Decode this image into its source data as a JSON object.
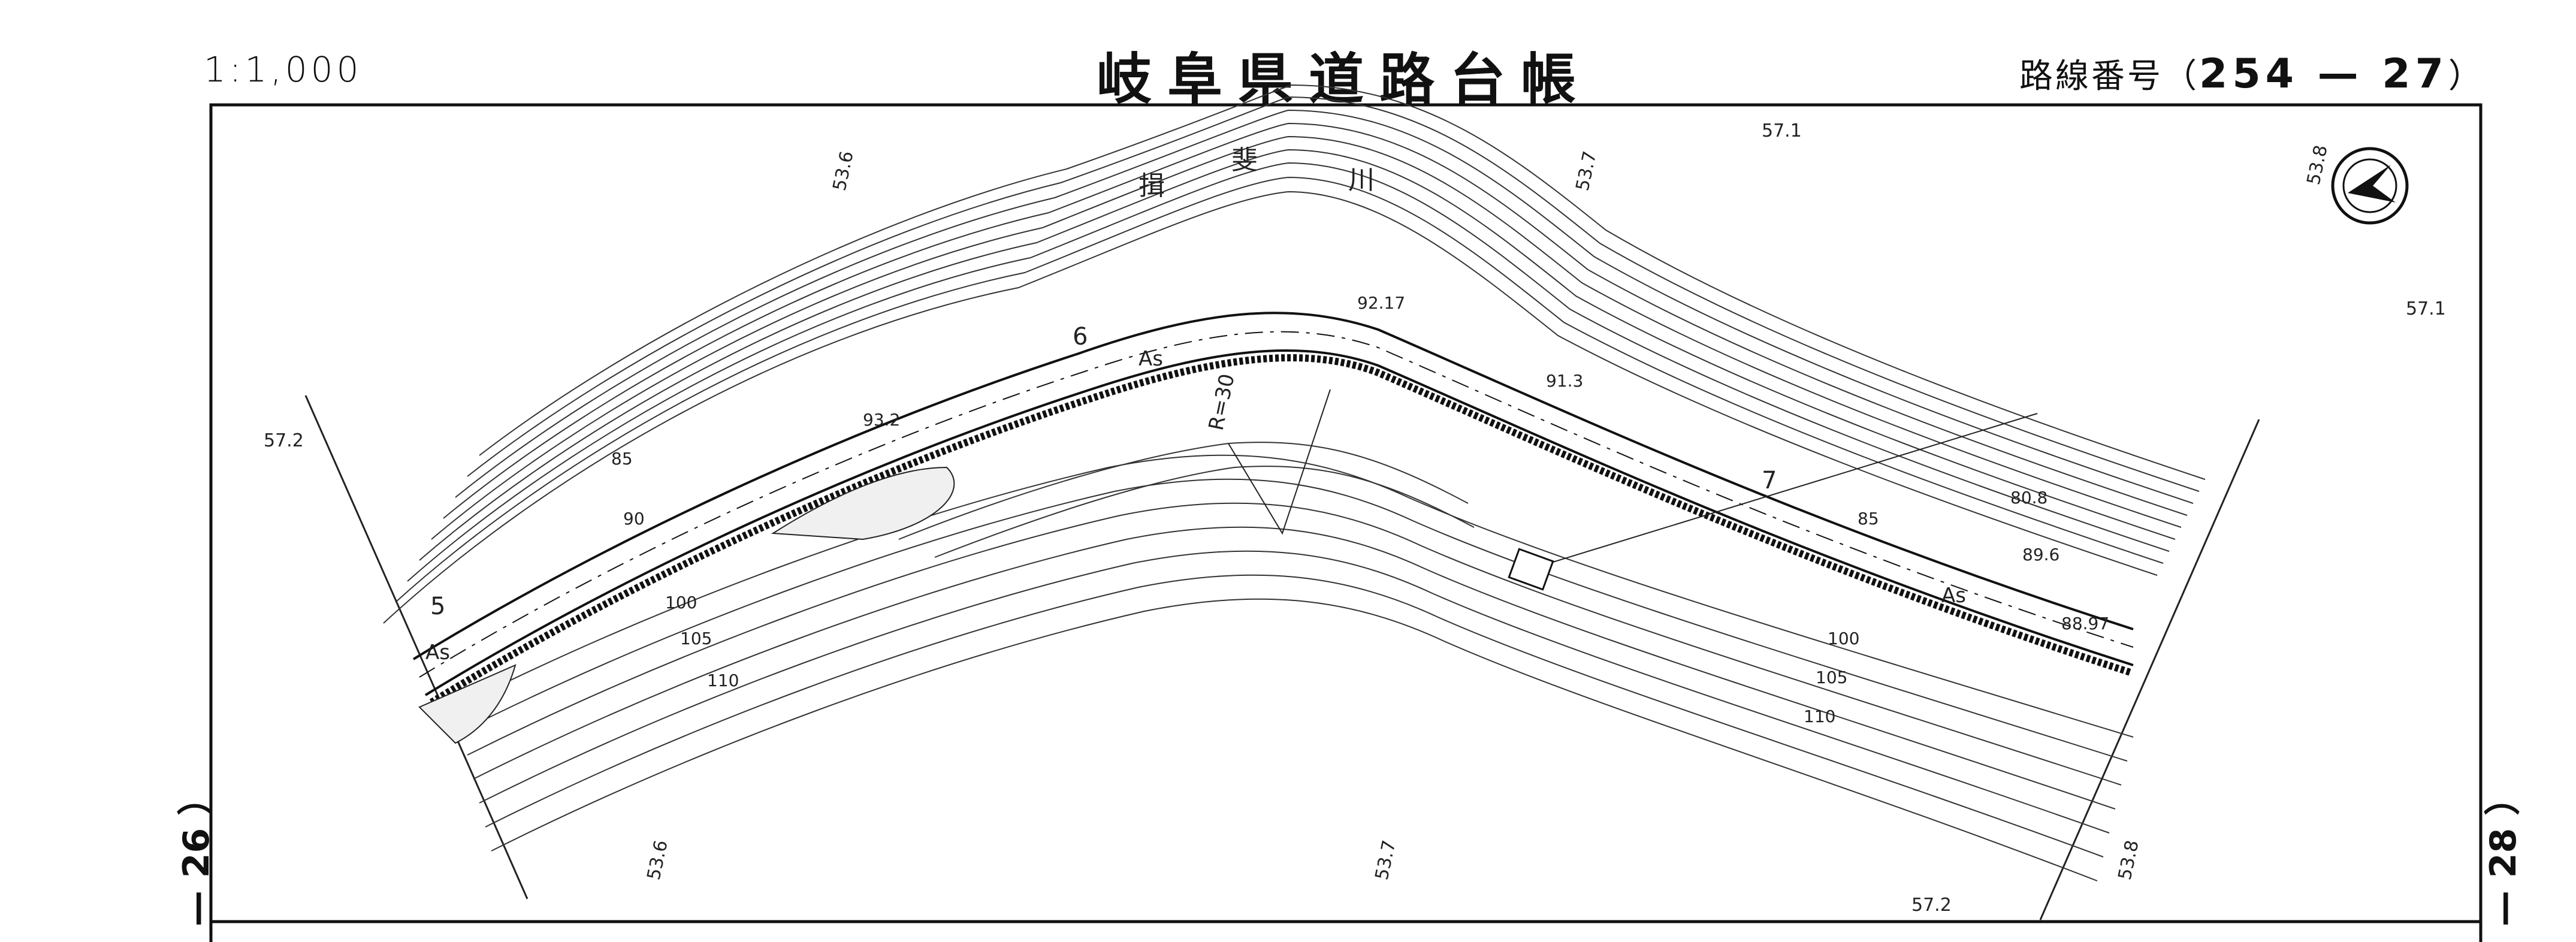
{
  "header": {
    "scale": "1:1,000",
    "title": "岐阜県道路台帳",
    "route_prefix": "路線番号（",
    "route_number": "254 — 27",
    "route_suffix": "）"
  },
  "adjacent_sheets": {
    "previous": "— 26 ）",
    "next": "— 28 ）"
  },
  "map": {
    "river": [
      "揖",
      "斐",
      "川"
    ],
    "grid_labels": [
      "53.6",
      "53.7",
      "53.8",
      "57.1",
      "57.2"
    ],
    "contours": [
      "85",
      "90",
      "100",
      "105",
      "110"
    ],
    "elevations": [
      "93.2",
      "92.17",
      "91.3",
      "80.8",
      "89.6",
      "88.97"
    ],
    "road_surface": "As",
    "stations": [
      "5",
      "6",
      "7"
    ],
    "curve_radius": "R=30",
    "icon": "north-arrow-icon"
  }
}
